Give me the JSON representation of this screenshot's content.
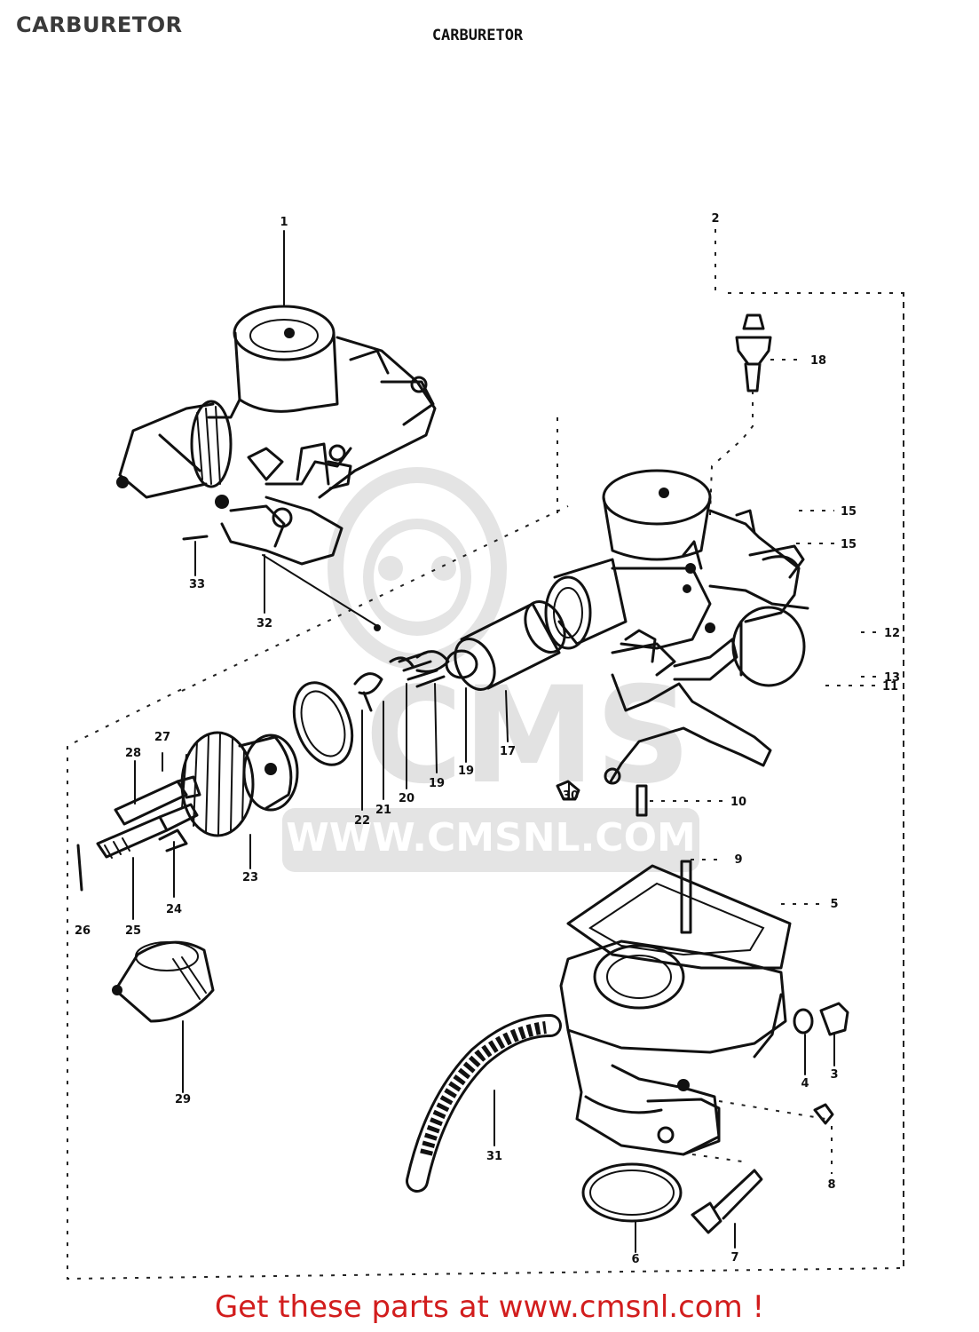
{
  "page": {
    "title": "CARBURETOR",
    "diagram_heading": "CARBURETOR",
    "footer_text": "Get these parts at www.cmsnl.com !"
  },
  "watermark": {
    "brand": "CMS",
    "url": "WWW.CMSNL.COM"
  },
  "callouts": [
    {
      "id": "c1",
      "label": "1"
    },
    {
      "id": "c2",
      "label": "2"
    },
    {
      "id": "c18a",
      "label": "18"
    },
    {
      "id": "c15a",
      "label": "15"
    },
    {
      "id": "c15b",
      "label": "15"
    },
    {
      "id": "c12",
      "label": "12"
    },
    {
      "id": "c13",
      "label": "13"
    },
    {
      "id": "c11",
      "label": "11"
    },
    {
      "id": "c33",
      "label": "33"
    },
    {
      "id": "c32",
      "label": "32"
    },
    {
      "id": "c17",
      "label": "17"
    },
    {
      "id": "c19a",
      "label": "19"
    },
    {
      "id": "c19b",
      "label": "19"
    },
    {
      "id": "c20a",
      "label": "20"
    },
    {
      "id": "c21",
      "label": "21"
    },
    {
      "id": "c22",
      "label": "22"
    },
    {
      "id": "c30",
      "label": "30"
    },
    {
      "id": "c10",
      "label": "10"
    },
    {
      "id": "c28",
      "label": "28"
    },
    {
      "id": "c27",
      "label": "27"
    },
    {
      "id": "c23",
      "label": "23"
    },
    {
      "id": "c26",
      "label": "26"
    },
    {
      "id": "c25",
      "label": "25"
    },
    {
      "id": "c24",
      "label": "24"
    },
    {
      "id": "c9",
      "label": "9"
    },
    {
      "id": "c5",
      "label": "5"
    },
    {
      "id": "c29",
      "label": "29"
    },
    {
      "id": "c4",
      "label": "4"
    },
    {
      "id": "c3",
      "label": "3"
    },
    {
      "id": "c8",
      "label": "8"
    },
    {
      "id": "c31",
      "label": "31"
    },
    {
      "id": "c6",
      "label": "6"
    },
    {
      "id": "c7",
      "label": "7"
    }
  ],
  "colors": {
    "ink": "#111111",
    "footer_red": "#d21d1d",
    "watermark_gray": "#e4e4e4",
    "title_gray": "#3a3a3a"
  }
}
